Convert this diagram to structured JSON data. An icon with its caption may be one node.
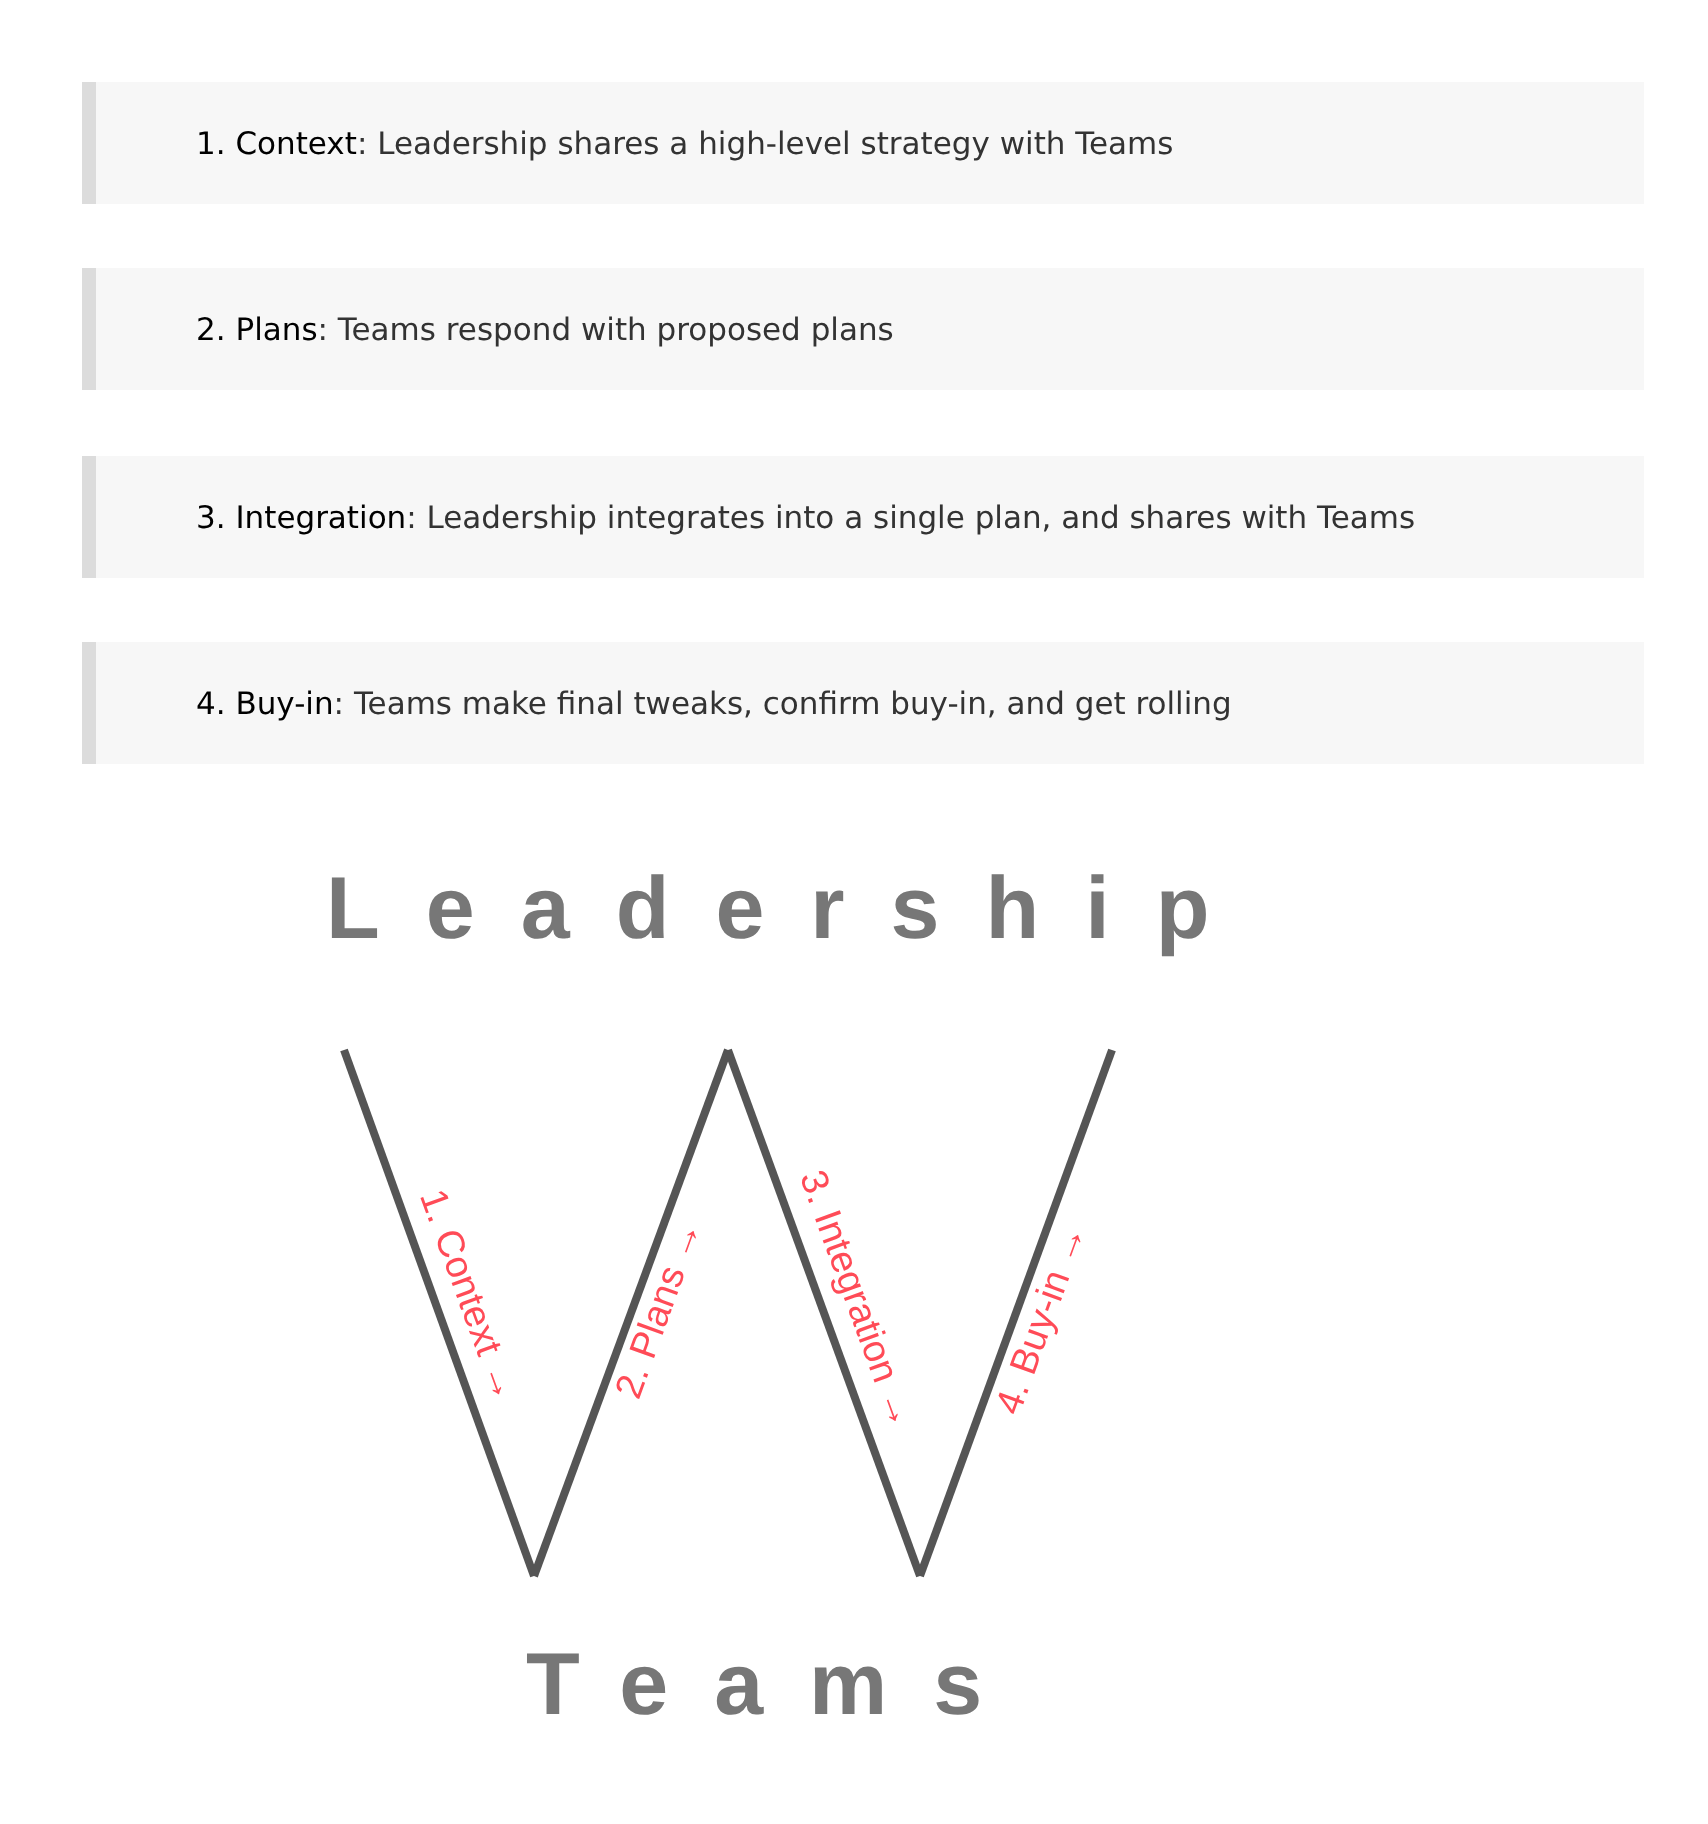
{
  "diagram": {
    "nodes": [
      {
        "text": [
          "**1. Context**: Leadership shares a high-level strategy with Teams"
        ]
      },
      {
        "text": [
          "**2. Plans**: Teams respond with proposed plans"
        ]
      },
      {
        "text": [
          "**3. Integration**: Leadership integrates into a single plan, and shares with Teams"
        ]
      },
      {
        "text": [
          "**4. Buy-in**: Teams make final tweaks, confirm buy-in, and get rolling"
        ]
      },
      {
        "text": [
          "Leadership"
        ]
      },
      {
        "text": [
          "Teams"
        ]
      }
    ],
    "edges": [
      {
        "from": 4,
        "to": 5,
        "arrow": "none",
        "label": "1. Context →"
      },
      {
        "from": 5,
        "to": 4,
        "arrow": "none",
        "label": "2. Plans →"
      },
      {
        "from": 4,
        "to": 5,
        "arrow": "none",
        "label": "3. Integration →"
      },
      {
        "from": 5,
        "to": 4,
        "arrow": "none",
        "label": "4. Buy-in →"
      }
    ]
  }
}
